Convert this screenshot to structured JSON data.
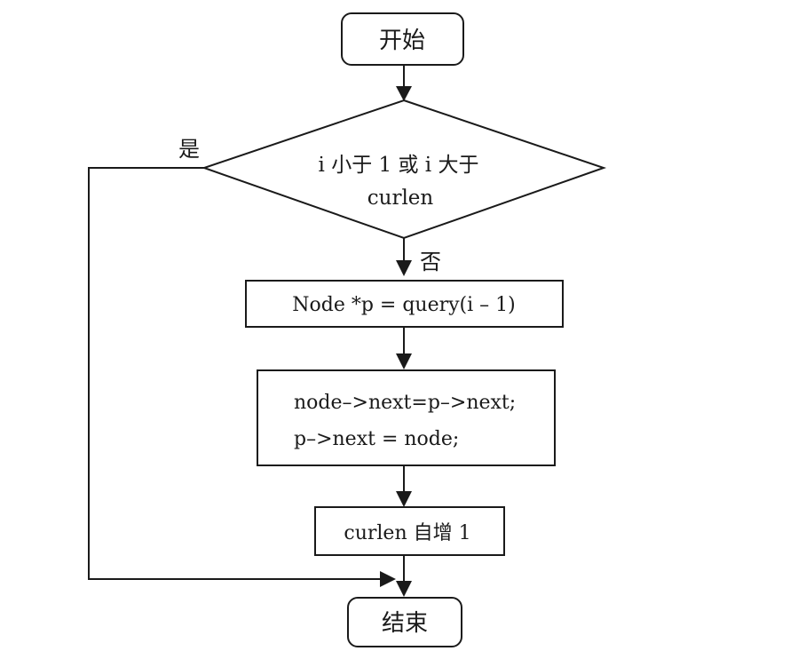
{
  "flowchart": {
    "start": "开始",
    "condition": {
      "line1": "i 小于 1 或 i 大于",
      "line2": "curlen"
    },
    "yes_label": "是",
    "no_label": "否",
    "step_query": "Node *p = query(i – 1)",
    "step_link": {
      "line1": "node–>next=p–>next;",
      "line2": "p–>next = node;"
    },
    "step_increment": "curlen 自增 1",
    "end": "结束"
  }
}
